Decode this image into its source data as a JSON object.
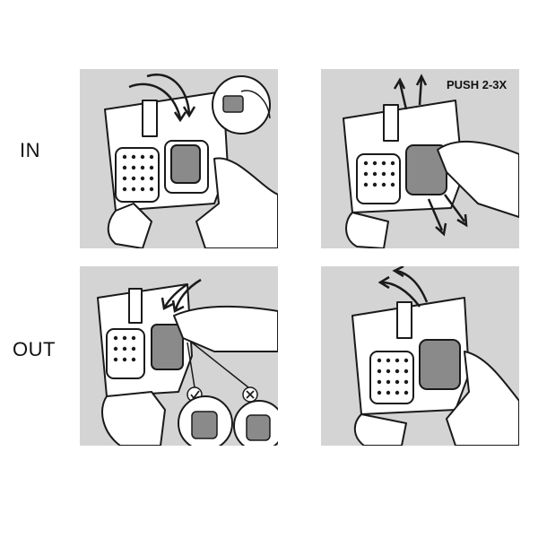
{
  "labels": {
    "in": "IN",
    "out": "OUT",
    "push": "PUSH 2-3X"
  },
  "colors": {
    "panel_bg": "#d4d4d4",
    "outline": "#1a1a1a",
    "fill_light": "#ffffff",
    "fill_dark": "#8a8a8a"
  },
  "icons": {
    "check": "check-mark-icon",
    "cross": "x-mark-icon"
  }
}
